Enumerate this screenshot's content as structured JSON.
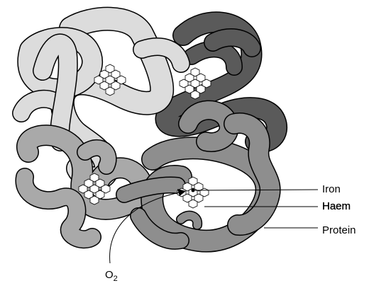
{
  "labels": {
    "iron": "Iron",
    "haem": "Haem",
    "protein": "Protein",
    "oxygen": "O",
    "oxygen_subscript": "2"
  },
  "colors": {
    "light_subunit": "#dcdcdc",
    "dark_subunit": "#5a5a5a",
    "mid_subunit_left": "#a9a9a9",
    "mid_subunit_right": "#8e8e8e",
    "outline": "#000000",
    "haem_fill": "#ffffff"
  },
  "icons": [
    "haem-group-icon"
  ]
}
